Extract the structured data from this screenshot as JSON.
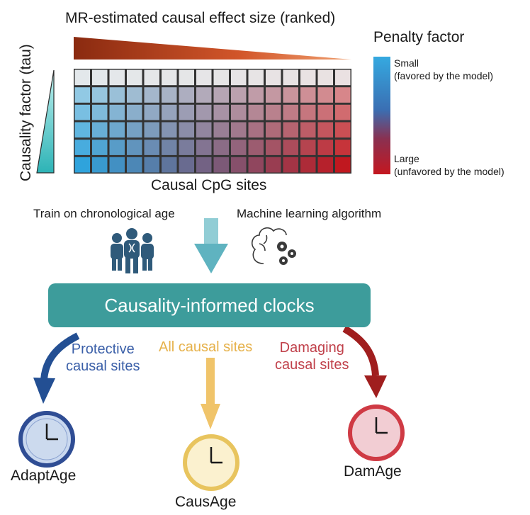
{
  "header": {
    "title": "MR-estimated causal effect size (ranked)"
  },
  "heatmap": {
    "y_axis_label": "Causality factor (tau)",
    "x_axis_label": "Causal CpG sites"
  },
  "legend": {
    "title": "Penalty factor",
    "small_line1": "Small",
    "small_line2": "(favored by the model)",
    "large_line1": "Large",
    "large_line2": "(unfavored by the model)",
    "colors": {
      "small": "#2fa3dc",
      "large": "#c0181f"
    }
  },
  "inputs": {
    "train_label": "Train on chronological age",
    "ml_label": "Machine learning algorithm",
    "people_icon": "people-dna-icon",
    "brain_icon": "brain-gears-icon"
  },
  "main": {
    "box_label": "Causality-informed clocks",
    "box_color": "#3d9c9b"
  },
  "branches": {
    "protective_line1": "Protective",
    "protective_line2": "causal sites",
    "all_causal": "All causal sites",
    "damaging_line1": "Damaging",
    "damaging_line2": "causal sites"
  },
  "clocks": {
    "adapt": "AdaptAge",
    "caus": "CausAge",
    "dam": "DamAge"
  }
}
